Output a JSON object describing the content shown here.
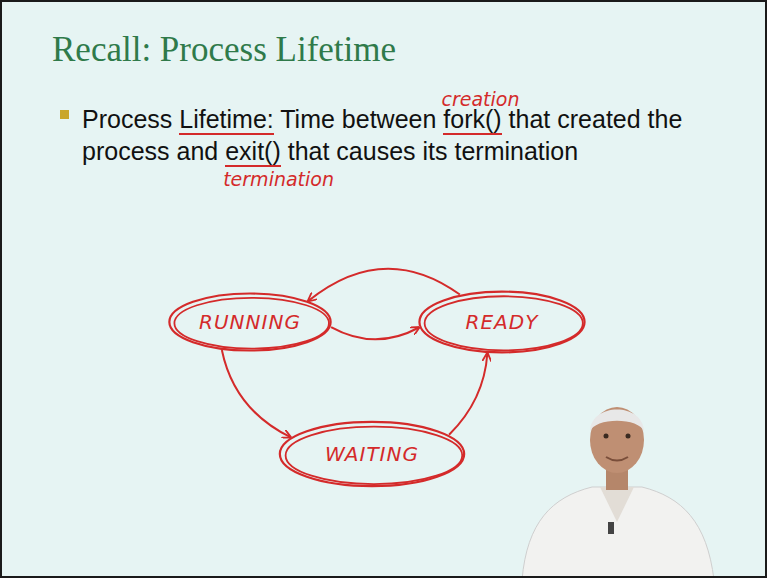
{
  "diagram": {
    "title": "Recall: Process Lifetime",
    "nodes": [
      {
        "text": [
          "RUNNING"
        ]
      },
      {
        "text": [
          "READY"
        ]
      },
      {
        "text": [
          "WAITING"
        ]
      }
    ],
    "edges": [
      {
        "from": 1,
        "to": 0,
        "arrow": "to"
      },
      {
        "from": 0,
        "to": 1,
        "arrow": "to"
      },
      {
        "from": 0,
        "to": 2,
        "arrow": "to"
      },
      {
        "from": 2,
        "to": 1,
        "arrow": "to"
      }
    ],
    "labels": [
      "Process Lifetime: Time between fork() that created the process and exit() that causes its termination",
      "creation",
      "termination"
    ]
  }
}
